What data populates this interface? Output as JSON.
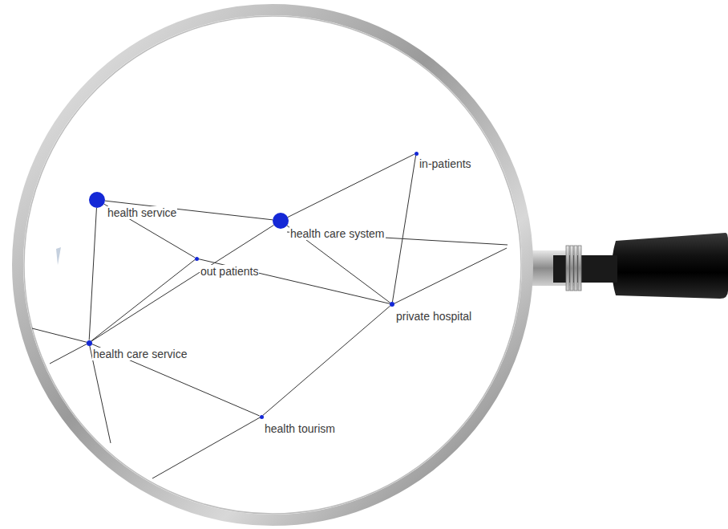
{
  "diagram": {
    "nodes": [
      {
        "text": [
          "health service"
        ]
      },
      {
        "text": [
          "health care system"
        ]
      },
      {
        "text": [
          "in-patients"
        ]
      },
      {
        "text": [
          "out patients"
        ]
      },
      {
        "text": [
          "private hospital"
        ]
      },
      {
        "text": [
          "health care service"
        ]
      },
      {
        "text": [
          "health tourism"
        ]
      }
    ],
    "edges": [
      {
        "from": 0,
        "to": 1,
        "arrow": "none"
      },
      {
        "from": 0,
        "to": 3,
        "arrow": "none"
      },
      {
        "from": 0,
        "to": 5,
        "arrow": "none"
      },
      {
        "from": 1,
        "to": 2,
        "arrow": "none"
      },
      {
        "from": 1,
        "to": 4,
        "arrow": "none"
      },
      {
        "from": 2,
        "to": 4,
        "arrow": "none"
      },
      {
        "from": 3,
        "to": 4,
        "arrow": "none"
      },
      {
        "from": 5,
        "to": 3,
        "arrow": "none"
      },
      {
        "from": 5,
        "to": 1,
        "arrow": "none"
      },
      {
        "from": 5,
        "to": 6,
        "arrow": "none"
      },
      {
        "from": 4,
        "to": 6,
        "arrow": "none"
      }
    ]
  }
}
